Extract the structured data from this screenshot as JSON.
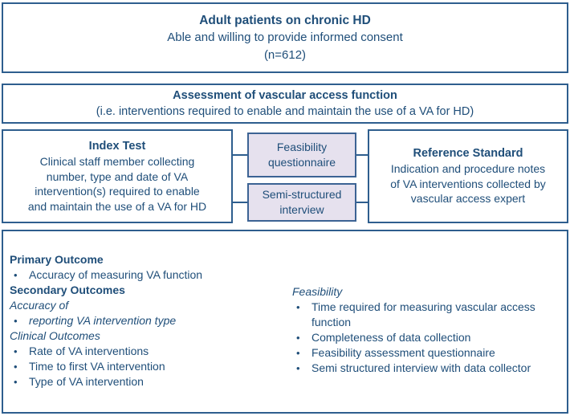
{
  "colors": {
    "border": "#2E5E8E",
    "text": "#1F4E79",
    "purple_fill": "#E6E1EE",
    "purple_border": "#3C6394",
    "background": "#FFFFFF"
  },
  "population": {
    "title": "Adult patients on chronic HD",
    "line2": "Able and willing to provide informed consent",
    "line3": "(n=612)"
  },
  "assessment": {
    "title": "Assessment of vascular access function",
    "line2": "(i.e. interventions required to enable and maintain the use of a VA for HD)"
  },
  "index_test": {
    "title": "Index Test",
    "line2": "Clinical staff member collecting",
    "line3": "number, type and date of VA",
    "line4": "intervention(s) required to enable",
    "line5": "and maintain the use of a VA for HD"
  },
  "feasibility_questionnaire": {
    "line1": "Feasibility",
    "line2": "questionnaire"
  },
  "semi_structured_interview": {
    "line1": "Semi-structured",
    "line2": "interview"
  },
  "reference_standard": {
    "title": "Reference Standard",
    "line2": "Indication and procedure notes",
    "line3": "of VA interventions collected by",
    "line4": "vascular access expert"
  },
  "outcomes": {
    "left": {
      "primary_heading": "Primary Outcome",
      "primary_items": [
        "Accuracy of measuring VA function"
      ],
      "secondary_heading": "Secondary Outcomes",
      "accuracy_heading": "Accuracy of",
      "accuracy_items": [
        "reporting VA intervention type"
      ],
      "clinical_heading": "Clinical Outcomes",
      "clinical_items": [
        "Rate of VA interventions",
        "Time to first VA intervention",
        "Type of VA intervention"
      ]
    },
    "right": {
      "feasibility_heading": "Feasibility",
      "feasibility_items": [
        "Time required for measuring vascular access function",
        "Completeness of data collection",
        "Feasibility assessment questionnaire",
        "Semi structured interview with data collector"
      ]
    }
  }
}
